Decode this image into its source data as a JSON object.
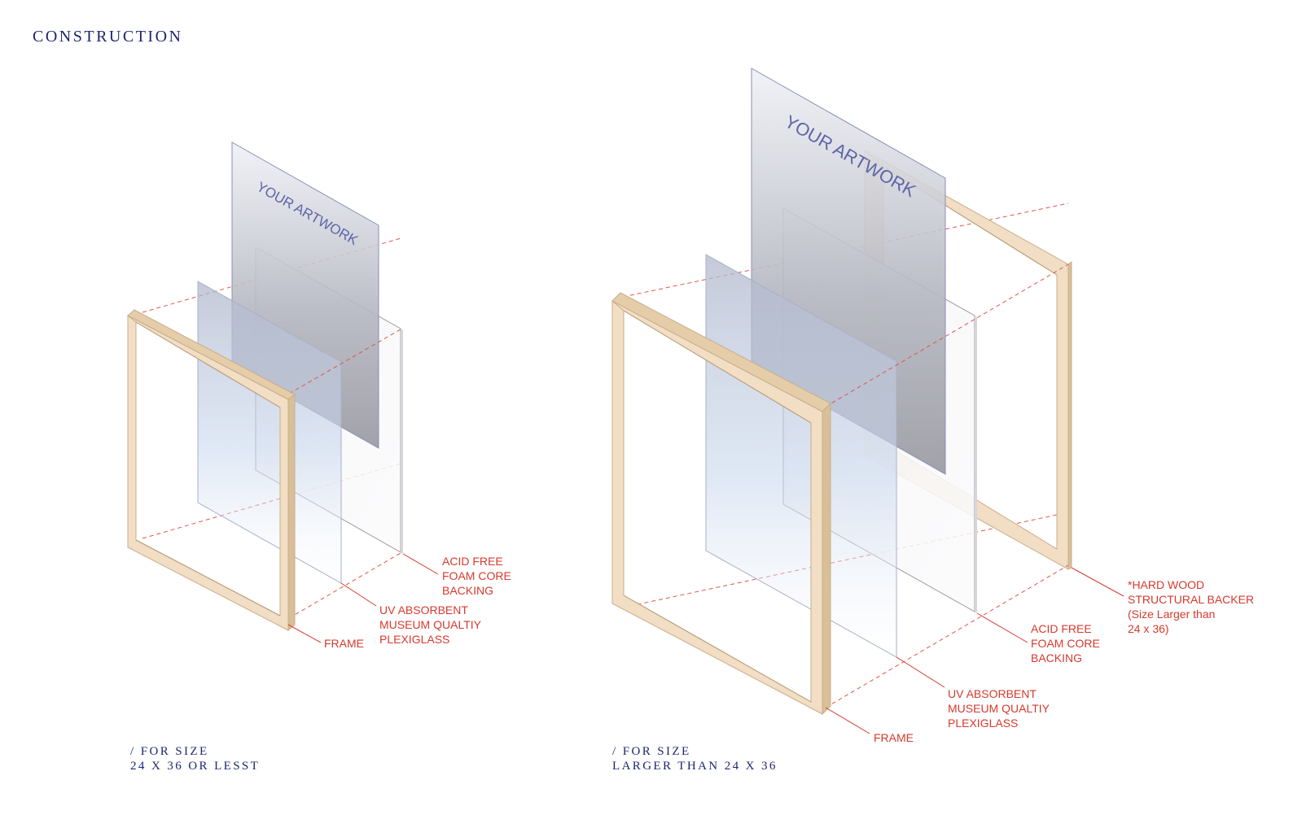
{
  "page": {
    "title": "CONSTRUCTION"
  },
  "colors": {
    "heading": "#1c2670",
    "label": "#d63a2e",
    "wood": "#f1dec4",
    "wood_edge": "#c8ad8a",
    "artwork_text": "#5d64a6"
  },
  "diagram_small": {
    "artwork_text": "YOUR ARTWORK",
    "labels": {
      "foam": [
        "ACID FREE",
        "FOAM CORE",
        "BACKING"
      ],
      "plexi": [
        "UV ABSORBENT",
        "MUSEUM QUALTIY",
        "PLEXIGLASS"
      ],
      "frame": [
        "FRAME"
      ]
    },
    "caption": [
      "/ FOR SIZE",
      "24 X 36 OR LESST"
    ]
  },
  "diagram_large": {
    "artwork_text": "YOUR ARTWORK",
    "labels": {
      "backer": [
        "*HARD WOOD",
        "STRUCTURAL BACKER",
        "(Size Larger than",
        "24 x 36)"
      ],
      "foam": [
        "ACID FREE",
        "FOAM CORE",
        "BACKING"
      ],
      "plexi": [
        "UV ABSORBENT",
        "MUSEUM QUALTIY",
        "PLEXIGLASS"
      ],
      "frame": [
        "FRAME"
      ]
    },
    "caption": [
      "/ FOR SIZE",
      "LARGER THAN 24 X 36"
    ]
  }
}
